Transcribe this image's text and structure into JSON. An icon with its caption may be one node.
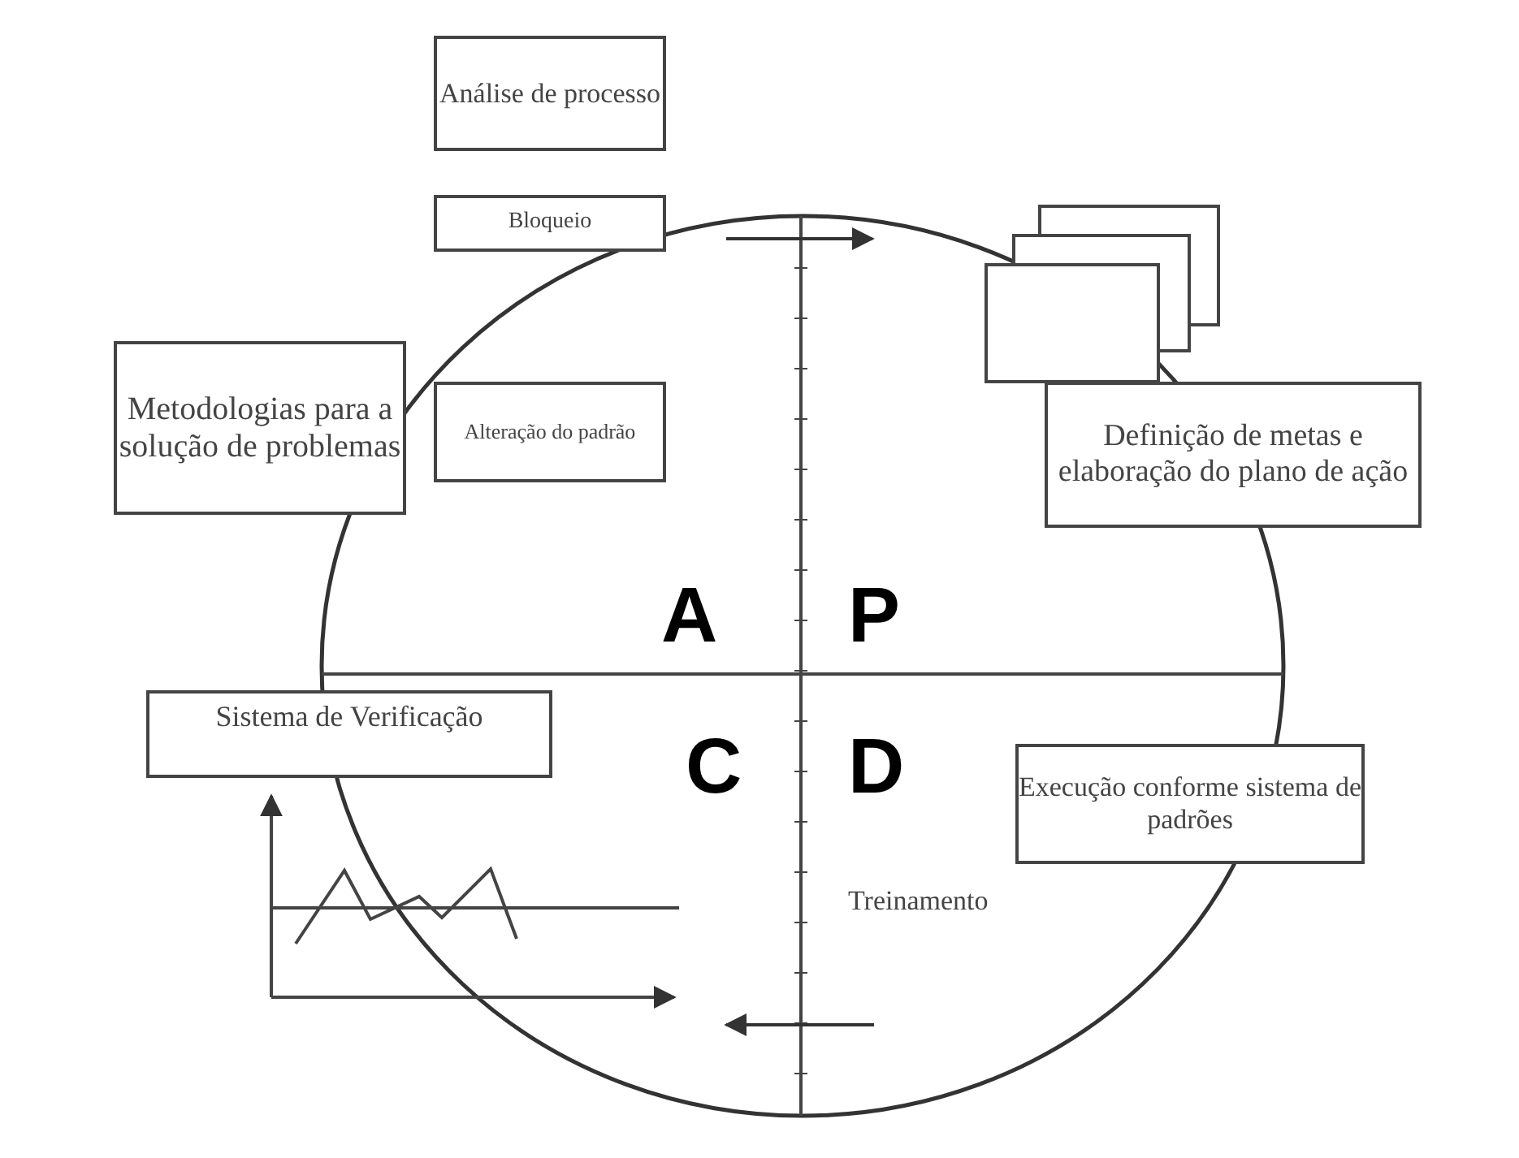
{
  "diagram": {
    "nodes": [
      {
        "text": [
          "Análise de processo"
        ]
      },
      {
        "text": [
          "Bloqueio"
        ]
      },
      {
        "text": [
          "Metodologias para a solução de problemas"
        ]
      },
      {
        "text": [
          "Alteração do padrão"
        ]
      },
      {
        "text": [
          "Definição de metas e elaboração do plano de ação"
        ]
      },
      {
        "text": [
          "Sistema de Verificação"
        ]
      },
      {
        "text": [
          "Execução conforme sistema de padrões"
        ]
      }
    ],
    "labels": [
      "A",
      "P",
      "C",
      "D",
      "Treinamento"
    ]
  }
}
